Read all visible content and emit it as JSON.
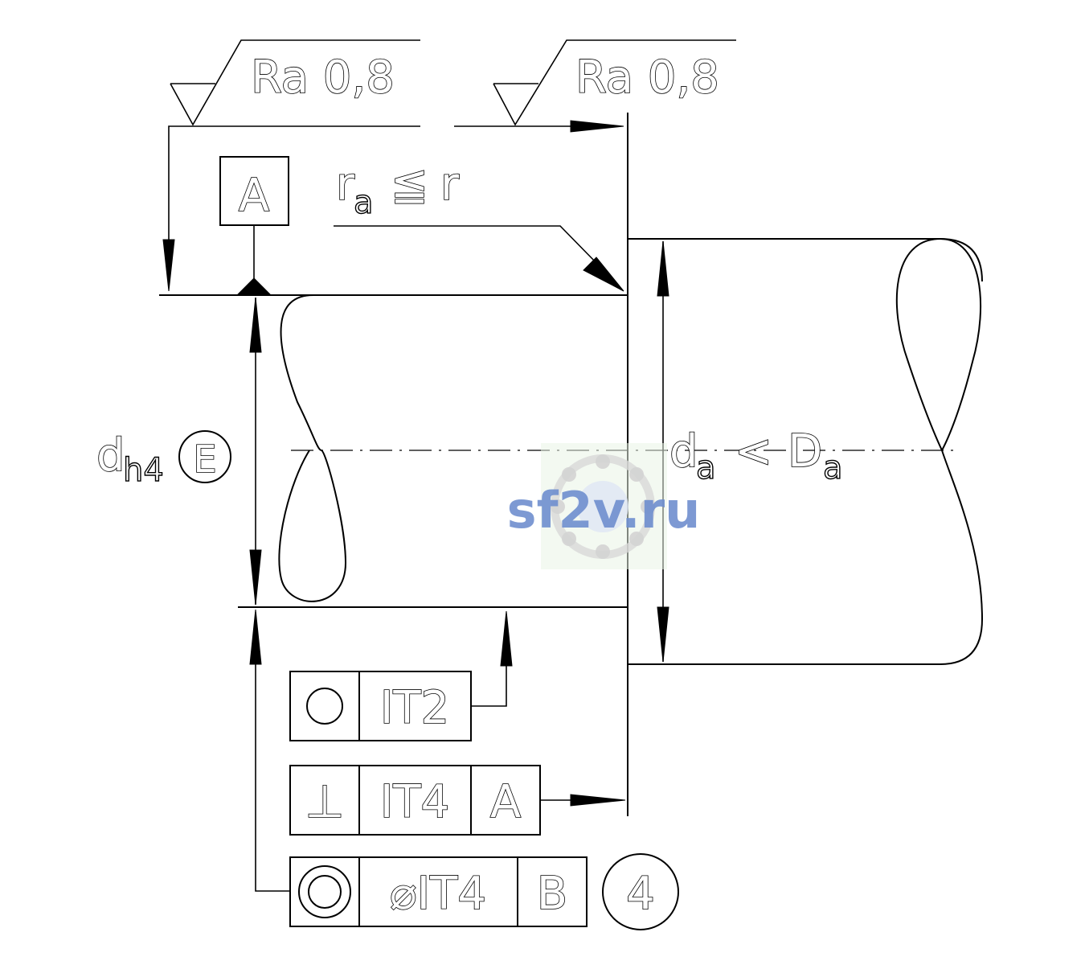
{
  "surface_roughness": {
    "left": "Ra 0,8",
    "right": "Ra 0,8"
  },
  "datum_a": "A",
  "radius_condition": {
    "base": "r",
    "sub": "a",
    "operator": "≦",
    "limit": "r"
  },
  "shaft_diameter": {
    "base": "d",
    "sub": "h4",
    "envelope_symbol": "E"
  },
  "shoulder_diameter": {
    "left_base": "d",
    "left_sub": "a",
    "operator": "<",
    "right_base": "D",
    "right_sub": "a"
  },
  "tolerance_frames": {
    "roundness": {
      "symbol_icon": "circle-icon",
      "value": "IT2"
    },
    "perpendicularity": {
      "symbol": "⊥",
      "value": "IT4",
      "datum": "A"
    },
    "concentricity": {
      "symbol_icon": "concentric-circles-icon",
      "value": "⌀IT4",
      "datum": "B",
      "note_number": "4"
    }
  },
  "watermark": "sf2v.ru"
}
